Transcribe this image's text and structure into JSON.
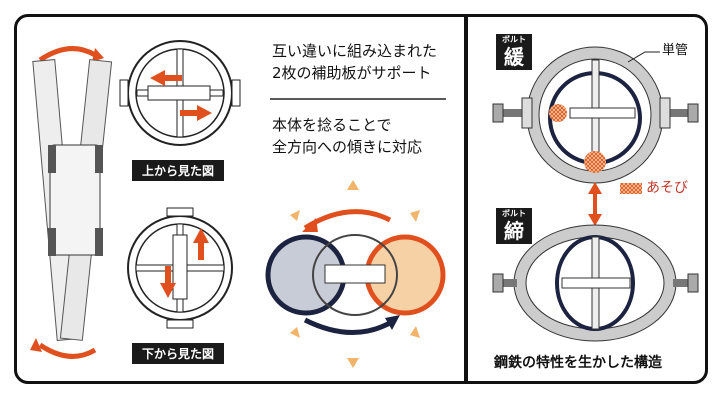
{
  "left": {
    "top_view_label": "上から見た図",
    "bottom_view_label": "下から見た図",
    "desc1_line1": "互い違いに組み込まれた",
    "desc1_line2": "2枚の補助板がサポート",
    "desc2_line1": "本体を捻ることで",
    "desc2_line2": "全方向への傾きに対応"
  },
  "right": {
    "bolt_small": "ボルト",
    "loose_label": "緩",
    "tight_label": "締",
    "pipe_label": "単管",
    "play_label": "あそび",
    "caption": "鋼鉄の特性を生かした構造"
  },
  "colors": {
    "accent": "#e0501e",
    "navy": "#1c2340",
    "light_orange": "#f2b36b"
  }
}
